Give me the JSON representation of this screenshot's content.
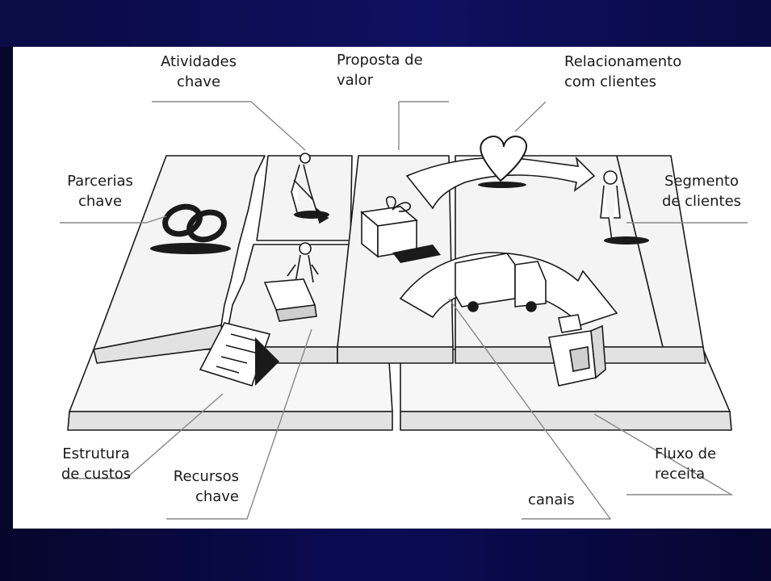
{
  "labels": {
    "atividades": [
      "Atividades",
      "chave"
    ],
    "proposta": [
      "Proposta de",
      "valor"
    ],
    "relacionamento": [
      "Relacionamento",
      "com clientes"
    ],
    "parcerias": [
      "Parcerias",
      "chave"
    ],
    "segmento": [
      "Segmento",
      "de clientes"
    ],
    "estrutura": [
      "Estrutura",
      "de custos"
    ],
    "recursos": [
      "Recursos",
      "chave"
    ],
    "canais": "canais",
    "fluxo": [
      "Fluxo de",
      "receita"
    ]
  },
  "colors": {
    "background": "#0b0b4a",
    "panel": "#ffffff",
    "line": "#888888",
    "ink": "#1a1a1a"
  }
}
